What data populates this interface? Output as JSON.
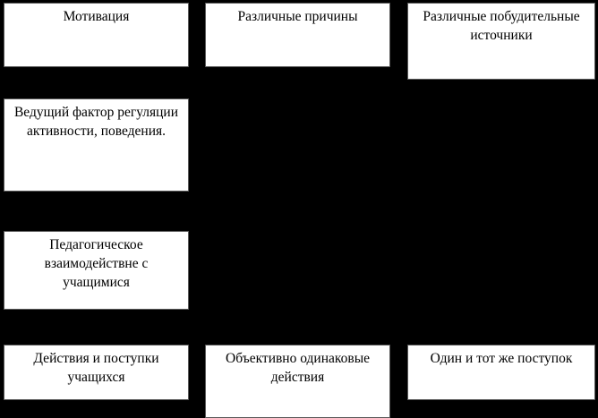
{
  "diagram": {
    "background_color": "#000000",
    "box_fill_color": "#ffffff",
    "text_color": "#000000",
    "boxes": [
      {
        "id": "motivation",
        "label": "Мотивация"
      },
      {
        "id": "various-causes",
        "label": "Различные причины"
      },
      {
        "id": "various-sources",
        "label": "Различные побудительные источники"
      },
      {
        "id": "leading-factor",
        "label": "Ведущий фактор регуляции активности, поведения."
      },
      {
        "id": "pedagogical-interaction",
        "label": "Педагогическое взаимодействне с учащимися"
      },
      {
        "id": "actions-deeds",
        "label": "Действия и поступки учащихся"
      },
      {
        "id": "objectively-same",
        "label": "Объективно одинаковые действия"
      },
      {
        "id": "same-deed",
        "label": "Один и тот же поступок"
      }
    ]
  }
}
